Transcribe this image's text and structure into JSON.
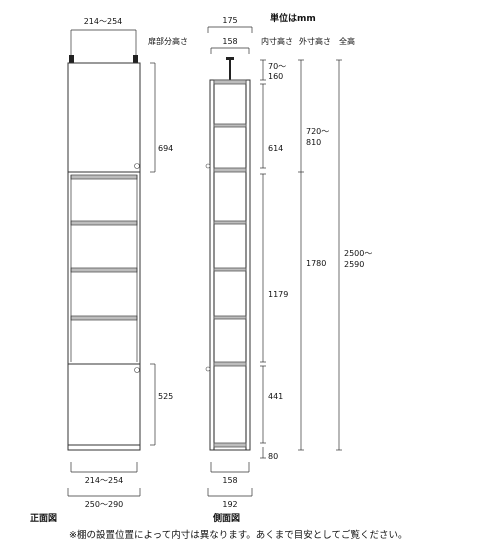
{
  "labels": {
    "unit": "単位はmm",
    "front_view": "正面図",
    "side_view": "側面図",
    "note": "※棚の設置位置によって内寸は異なります。あくまで目安としてご覧ください。",
    "door_height_header": "扉部分高さ",
    "inner_height_header": "内寸高さ",
    "outer_height_header": "外寸高さ",
    "total_height_header": "全高"
  },
  "dimensions": {
    "front_top_width": "214～254",
    "front_bottom_width": "214～254",
    "front_outer_width": "250～290",
    "upper_door_height": "694",
    "lower_door_height": "525",
    "side_depth_top": "175",
    "side_inner_depth_top": "158",
    "side_inner_depth_bottom": "158",
    "side_outer_depth_bottom": "192",
    "top_gap_line1": "70～",
    "top_gap_line2": "160",
    "upper_inner_height": "614",
    "middle_inner_height": "1179",
    "lower_inner_height": "441",
    "base_height": "80",
    "upper_outer_line1": "720～",
    "upper_outer_line2": "810",
    "lower_outer_height": "1780",
    "total_height_line1": "2500～",
    "total_height_line2": "2590"
  }
}
